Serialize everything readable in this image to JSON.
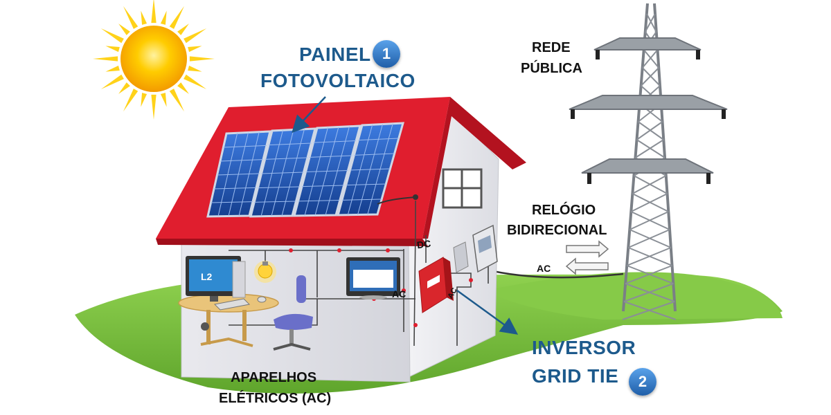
{
  "labels": {
    "panel_line1": "PAINEL",
    "panel_line2": "FOTOVOLTAICO",
    "panel_badge": "1",
    "grid_line1": "REDE",
    "grid_line2": "PÚBLICA",
    "meter_line1": "RELÓGIO",
    "meter_line2": "BIDIRECIONAL",
    "inverter_line1": "INVERSOR",
    "inverter_line2": "GRID TIE",
    "inverter_badge": "2",
    "appliances_line1": "APARELHOS",
    "appliances_line2": "ELÉTRICOS (AC)",
    "dc": "DC",
    "ac_house": "AC",
    "ac_inverter": "AC",
    "ac_line": "AC"
  },
  "screen_logo": "L2",
  "colors": {
    "label_blue": "#1d5a8c",
    "badge_blue": "#2e78c7",
    "roof_red": "#e01e2e",
    "panel_blue": "#1f57b8",
    "grass_green": "#7cc241",
    "sun_yellow": "#ffcc00",
    "inverter_red": "#d9262c"
  }
}
